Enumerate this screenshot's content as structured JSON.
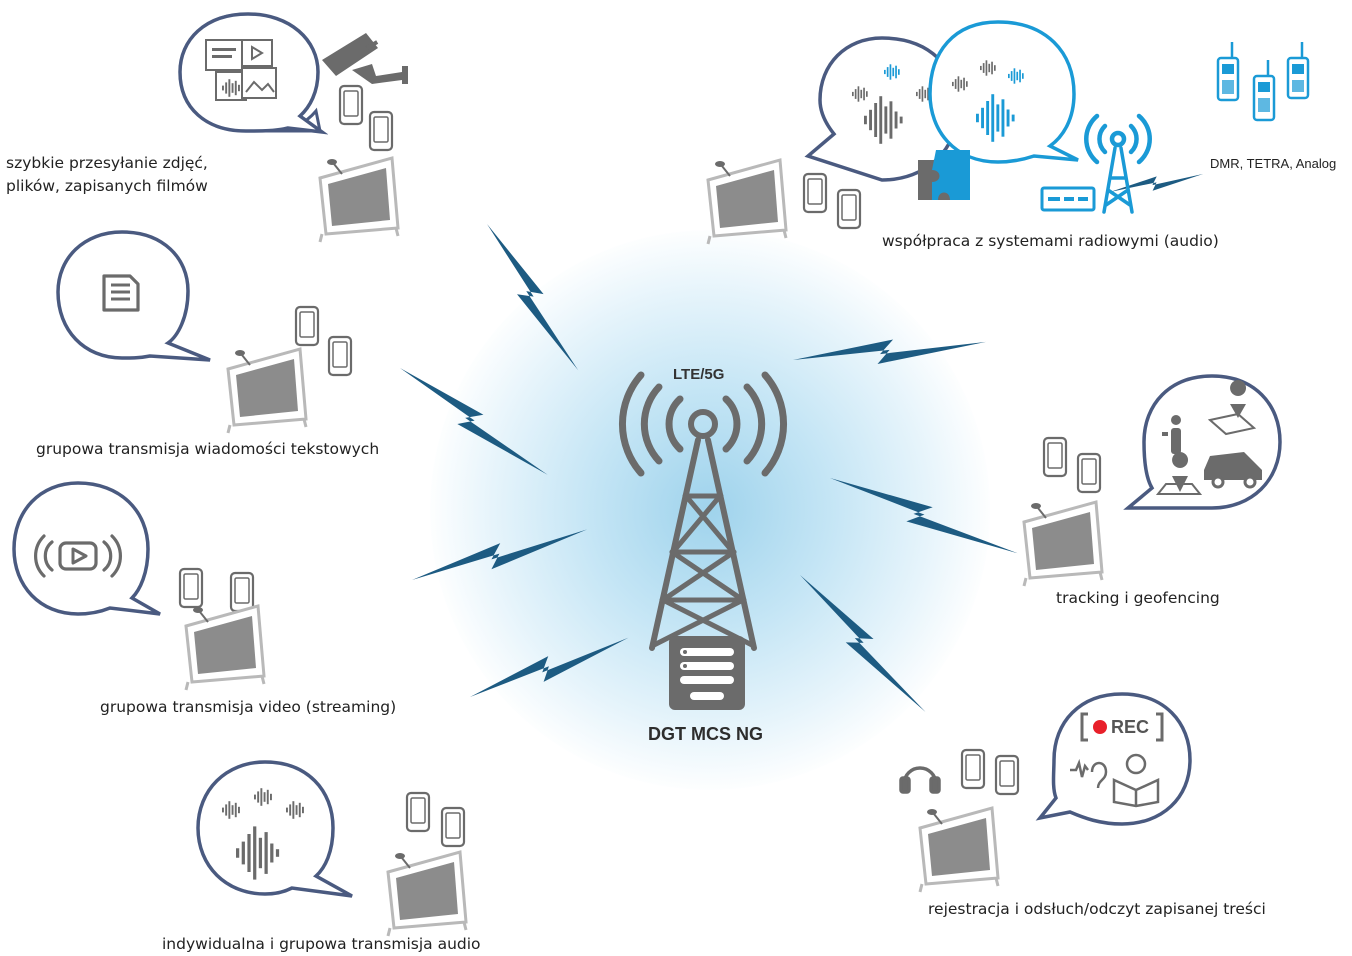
{
  "center": {
    "network_label": "LTE/5G",
    "system_name": "DGT MCS NG"
  },
  "features": {
    "photos_files": "szybkie przesyłanie zdjęć,\nplików, zapisanych filmów",
    "text_messages": "grupowa transmisja wiadomości tekstowych",
    "video_streaming": "grupowa transmisja video (streaming)",
    "audio": "indywidualna i grupowa transmisja audio",
    "radio_interop": "współpraca z systemami radiowymi (audio)",
    "radio_standards": "DMR, TETRA, Analog",
    "tracking": "tracking i geofencing",
    "recording": "rejestracja i odsłuch/odczyt zapisanej treści",
    "rec_badge": "REC"
  },
  "colors": {
    "bubble_outline": "#4a5a80",
    "radio_blue": "#1a9ad6",
    "bolt": "#1d5b82",
    "icon_gray": "#6b6b6b",
    "rec_red": "#e8202a"
  }
}
